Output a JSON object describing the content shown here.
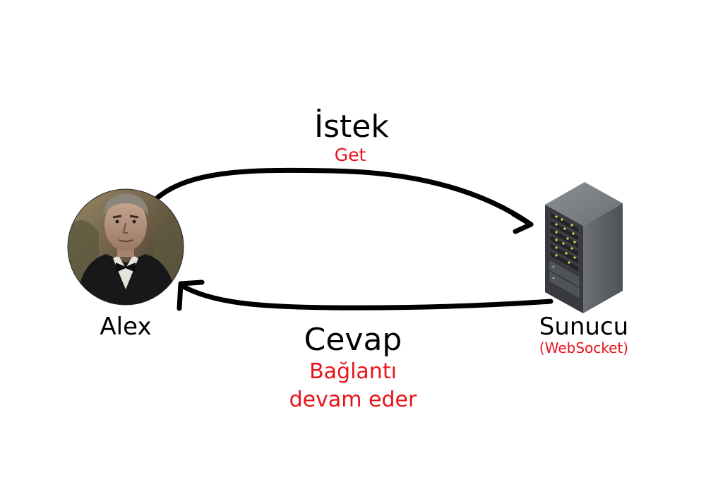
{
  "request": {
    "title": "İstek",
    "method": "Get"
  },
  "response": {
    "title": "Cevap",
    "note_line1": "Bağlantı",
    "note_line2": "devam eder"
  },
  "client": {
    "name": "Alex"
  },
  "server": {
    "name": "Sunucu",
    "protocol": "(WebSocket)"
  },
  "colors": {
    "primary_text": "#000000",
    "accent_text": "#e8141b",
    "arrow": "#000000",
    "server_body": "#5f6267",
    "server_face": "#2f3034",
    "led": "#e4d94a"
  }
}
